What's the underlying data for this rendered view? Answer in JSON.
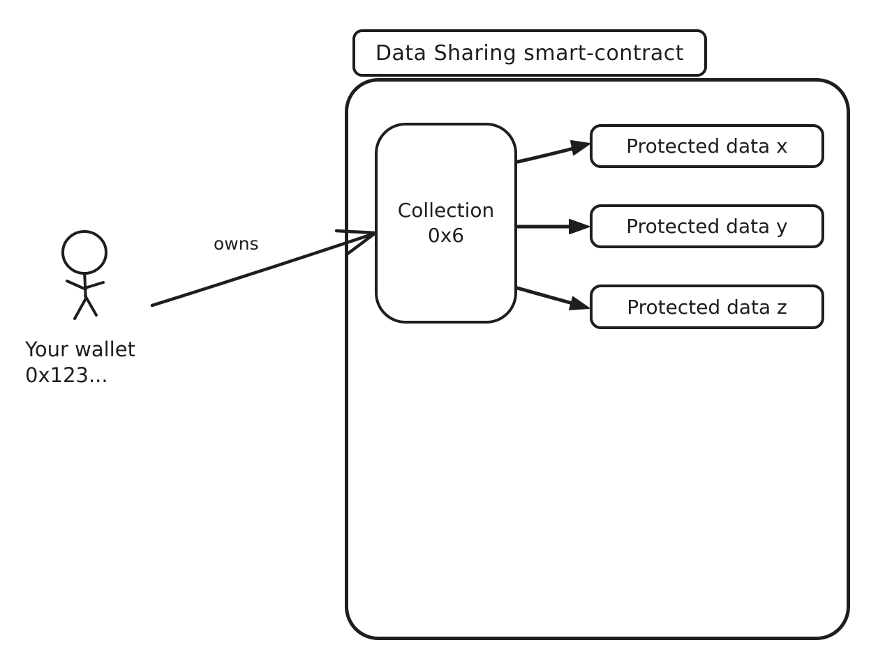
{
  "diagram": {
    "title": "Data Sharing smart-contract",
    "collection": {
      "line1": "Collection",
      "line2": "0x6"
    },
    "protected_data": [
      {
        "label": "Protected data x"
      },
      {
        "label": "Protected data y"
      },
      {
        "label": "Protected data z"
      }
    ],
    "wallet": {
      "line1": "Your wallet",
      "line2": "0x123..."
    },
    "owns_label": "owns",
    "colors": {
      "stroke": "#1e1e1e",
      "background": "#ffffff"
    }
  }
}
